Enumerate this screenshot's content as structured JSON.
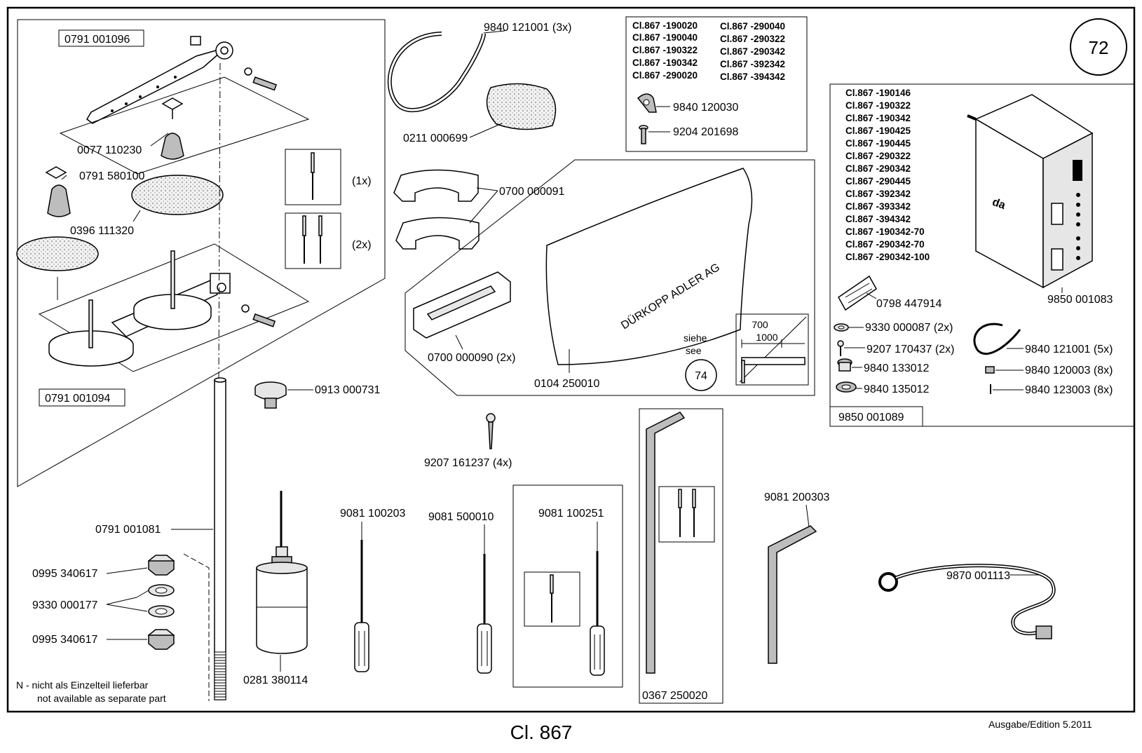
{
  "page": {
    "number": "72",
    "title": "Cl. 867",
    "edition": "Ausgabe/Edition   5.2011",
    "see_ref_de": "siehe",
    "see_ref_en": "see",
    "see_ref_number": "74"
  },
  "labels": {
    "p0791_001096": "0791 001096",
    "p0077_110230": "0077 110230",
    "p0791_580100": "0791 580100",
    "p0396_111320": "0396 111320",
    "p0791_001094": "0791 001094",
    "p0791_001081": "0791 001081",
    "p0995_340617_a": "0995 340617",
    "p9330_000177": "9330 000177",
    "p0995_340617_b": "0995 340617",
    "p9840_121001_3x": "9840 121001 (3x)",
    "p0211_000699": "0211 000699",
    "p0700_000091": "0700 000091",
    "p0700_000090": "0700 000090 (2x)",
    "p0104_250010": "0104 250010",
    "p0913_000731": "0913 000731",
    "p9207_161237": "9207 161237 (4x)",
    "p9840_120030": "9840 120030",
    "p9204_201698": "9204 201698",
    "p0798_447914": "0798 447914",
    "p9850_001083": "9850 001083",
    "p9330_000087": "9330 000087 (2x)",
    "p9207_170437": "9207 170437 (2x)",
    "p9840_133012": "9840 133012",
    "p9840_135012": "9840 135012",
    "p9840_121001_5x": "9840 121001 (5x)",
    "p9840_120003": "9840 120003 (8x)",
    "p9840_123003": "9840 123003 (8x)",
    "p9850_001089": "9850 001089",
    "p0281_380114": "0281 380114",
    "p9081_100203": "9081 100203",
    "p9081_500010": "9081 500010",
    "p9081_100251": "9081 100251",
    "p0367_250020": "0367 250020",
    "p9081_200303": "9081 200303",
    "p9870_001113": "9870 001113",
    "needle_1x": "(1x)",
    "needle_2x": "(2x)",
    "dim_700": "700",
    "dim_1000": "1000",
    "cover_text": "DÜRKOPP ADLER AG",
    "note_de": "N - nicht als Einzelteil lieferbar",
    "note_en": "not available as separate part"
  },
  "class_list_top": [
    "Cl.867 -190020",
    "Cl.867 -190040",
    "Cl.867 -190322",
    "Cl.867 -190342",
    "Cl.867 -290020",
    "Cl.867 -290040",
    "Cl.867 -290322",
    "Cl.867 -290342",
    "Cl.867 -392342",
    "Cl.867 -394342"
  ],
  "class_list_right": [
    "Cl.867 -190146",
    "Cl.867 -190322",
    "Cl.867 -190342",
    "Cl.867 -190425",
    "Cl.867 -190445",
    "Cl.867 -290322",
    "Cl.867 -290342",
    "Cl.867 -290445",
    "Cl.867 -392342",
    "Cl.867 -393342",
    "Cl.867 -394342",
    "Cl.867 -190342-70",
    "Cl.867 -290342-70",
    "Cl.867 -290342-100"
  ]
}
